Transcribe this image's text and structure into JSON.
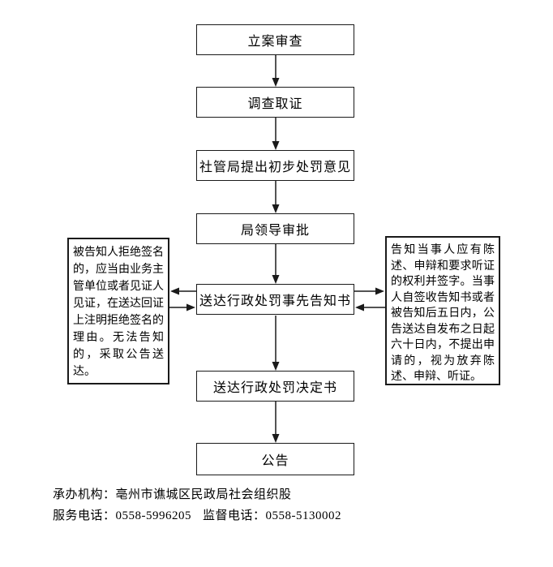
{
  "diagram": {
    "steps": [
      {
        "id": "case-filing-review",
        "label": "立案审查"
      },
      {
        "id": "investigation-evidence",
        "label": "调查取证"
      },
      {
        "id": "preliminary-penalty-opinion",
        "label": "社管局提出初步处罚意见"
      },
      {
        "id": "bureau-leader-approval",
        "label": "局领导审批"
      },
      {
        "id": "serve-advance-notice",
        "label": "送达行政处罚事先告知书"
      },
      {
        "id": "serve-penalty-decision",
        "label": "送达行政处罚决定书"
      },
      {
        "id": "public-announcement",
        "label": "公告"
      }
    ],
    "side_notes": {
      "left": "被告知人拒绝签名的，应当由业务主管单位或者见证人见证，在送达回证上注明拒绝签名的理由。无法告知的，采取公告送达。",
      "right": "告知当事人应有陈述、申辩和要求听证的权利并签字。当事人自签收告知书或者被告知后五日内，公告送达自发布之日起六十日内，不提出申请的，视为放弃陈述、申辩、听证。"
    },
    "edges": [
      {
        "from": "立案审查",
        "to": "调查取证",
        "type": "down"
      },
      {
        "from": "调查取证",
        "to": "社管局提出初步处罚意见",
        "type": "down"
      },
      {
        "from": "社管局提出初步处罚意见",
        "to": "局领导审批",
        "type": "down"
      },
      {
        "from": "局领导审批",
        "to": "送达行政处罚事先告知书",
        "type": "down"
      },
      {
        "from": "送达行政处罚事先告知书",
        "to": "送达行政处罚决定书",
        "type": "down"
      },
      {
        "from": "送达行政处罚决定书",
        "to": "公告",
        "type": "down"
      },
      {
        "from": "送达行政处罚事先告知书",
        "to": "left-note",
        "type": "bidirectional"
      },
      {
        "from": "送达行政处罚事先告知书",
        "to": "right-note",
        "type": "bidirectional"
      }
    ],
    "footer": {
      "organizer_label": "承办机构：",
      "organizer_value": "亳州市谯城区民政局社会组织股",
      "service_phone_label": "服务电话：",
      "service_phone_value": "0558-5996205",
      "supervision_phone_label": "监督电话：",
      "supervision_phone_value": "0558-5130002"
    },
    "colors": {
      "background": "#ffffff",
      "line": "#1a1a1a",
      "box_border": "#1a1a1a",
      "text": "#000000"
    }
  }
}
